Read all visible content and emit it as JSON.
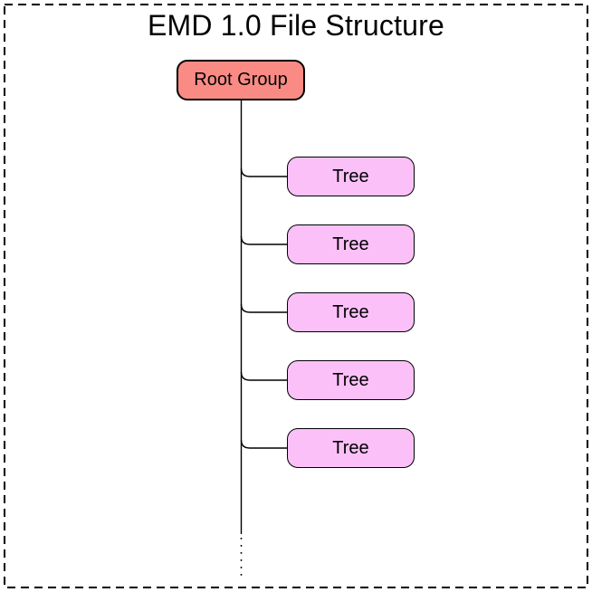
{
  "diagram": {
    "title": "EMD 1.0 File Structure",
    "root": {
      "label": "Root Group"
    },
    "children": [
      {
        "label": "Tree"
      },
      {
        "label": "Tree"
      },
      {
        "label": "Tree"
      },
      {
        "label": "Tree"
      },
      {
        "label": "Tree"
      }
    ]
  },
  "colors": {
    "background": "#ffffff",
    "border": "#000000",
    "line": "#000000",
    "root_fill": "#f98b84",
    "tree_fill": "#fcc0f9",
    "text": "#000000"
  }
}
